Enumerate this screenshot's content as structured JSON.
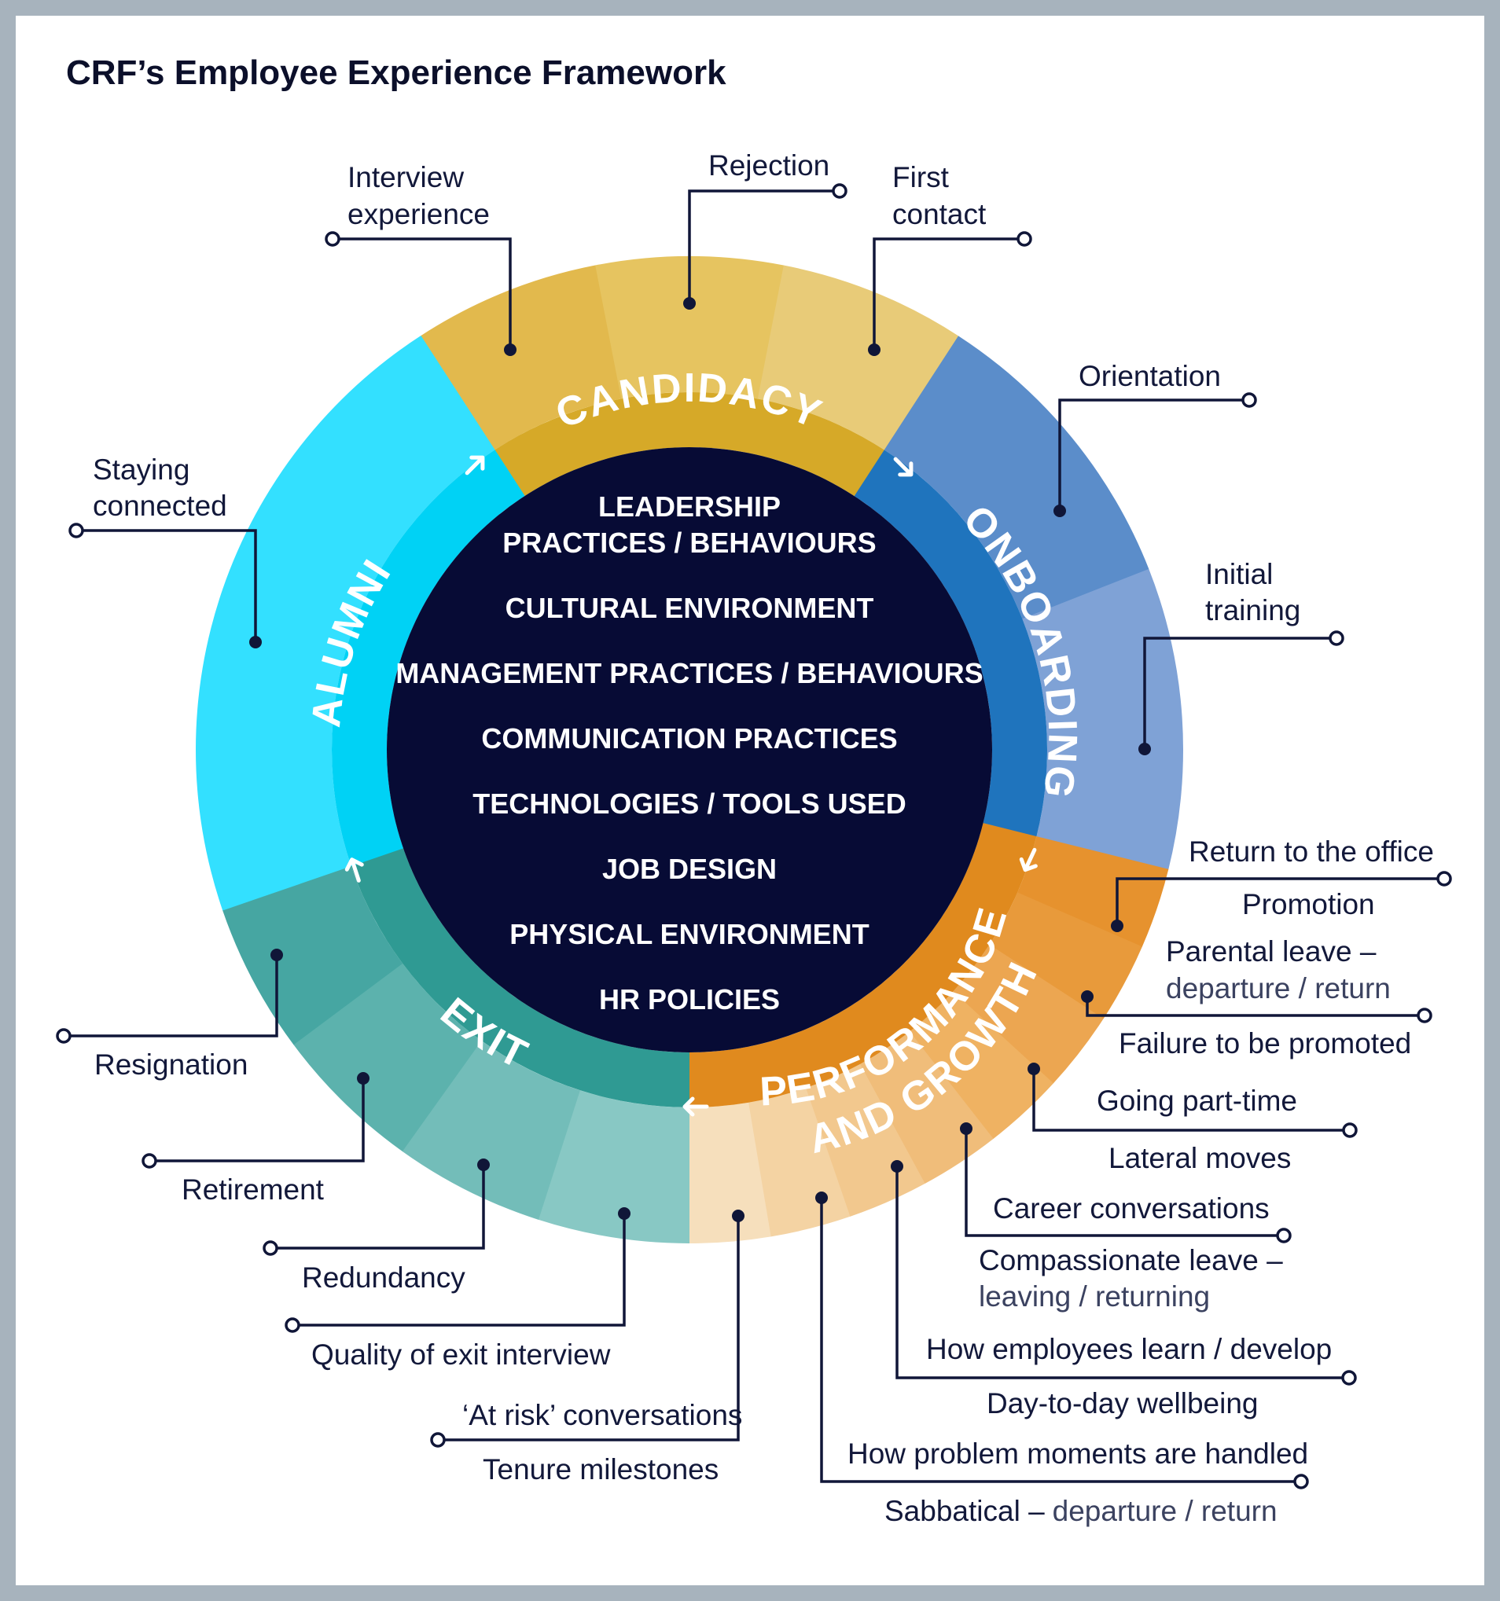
{
  "title": "CRF’s Employee Experience Framework",
  "core_items": [
    "LEADERSHIP",
    "PRACTICES / BEHAVIOURS",
    "CULTURAL ENVIRONMENT",
    "MANAGEMENT PRACTICES / BEHAVIOURS",
    "COMMUNICATION PRACTICES",
    "TECHNOLOGIES / TOOLS USED",
    "JOB DESIGN",
    "PHYSICAL ENVIRONMENT",
    "HR POLICIES"
  ],
  "phases": {
    "candidacy": "CANDIDACY",
    "onboarding": "ONBOARDING",
    "performance": "PERFORMANCE",
    "growth": "AND GROWTH",
    "exit": "EXIT",
    "alumni": "ALUMNI"
  },
  "labels": {
    "interview_1": "Interview",
    "interview_2": "experience",
    "rejection": "Rejection",
    "first_1": "First",
    "first_2": "contact",
    "orientation": "Orientation",
    "initial_1": "Initial",
    "initial_2": "training",
    "return_office": "Return to the office",
    "promotion": "Promotion",
    "parental_1": "Parental leave –",
    "parental_2": "departure / return",
    "failure": "Failure to be promoted",
    "part_time": "Going part-time",
    "lateral": "Lateral moves",
    "career": "Career conversations",
    "compassion_1": "Compassionate leave –",
    "compassion_2": "leaving / returning",
    "learn": "How employees learn / develop",
    "wellbeing": "Day-to-day wellbeing",
    "problem": "How problem moments are handled",
    "sabbatical_1": "Sabbatical –",
    "sabbatical_2": "departure / return",
    "staying_1": "Staying",
    "staying_2": "connected",
    "resignation": "Resignation",
    "retirement": "Retirement",
    "redundancy": "Redundancy",
    "exit_interview": "Quality of exit interview",
    "at_risk": "‘At risk’ conversations",
    "tenure": "Tenure milestones"
  },
  "colors": {
    "core": "#070b35",
    "candidacy": "#d6a928",
    "onboarding": "#1f74bd",
    "performance": "#e08a1e",
    "exit": "#2f9a93",
    "alumni": "#00d2f5",
    "line": "#101638"
  }
}
